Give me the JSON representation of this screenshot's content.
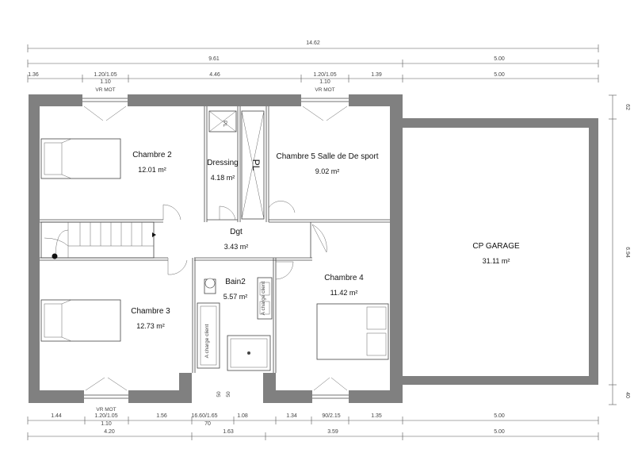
{
  "dimensions": {
    "top_row1": [
      "14.62"
    ],
    "top_row2": [
      "9.61",
      "5.00"
    ],
    "top_row3": [
      "1.36",
      "1.20/1.05",
      "4.46",
      "1.20/1.05",
      "1.39",
      "5.00"
    ],
    "top_row3_sub": [
      "1.10",
      "1.10"
    ],
    "bottom_row1": [
      "1.44",
      "1.20/1.05",
      "1.56",
      "16.60/1.65",
      "1.08",
      "1.34",
      "90/2.15",
      "1.35",
      "5.00"
    ],
    "bottom_row1_sub": [
      "1.10",
      "70"
    ],
    "bottom_row2": [
      "4.20",
      "1.63",
      "3.59",
      "5.00"
    ],
    "right": [
      "62",
      "6.94",
      "40"
    ],
    "stair_gap": [
      "50",
      "50"
    ]
  },
  "labels": {
    "vr_mot": "VR MOT",
    "placard": "PL",
    "placard_large": "PL",
    "charge_client": "A charge client",
    "charge_client_2": "A charge client"
  },
  "rooms": [
    {
      "name": "Chambre 2",
      "area": "12.01 m²"
    },
    {
      "name": "Dressing",
      "area": "4.18 m²"
    },
    {
      "name": "Chambre 5 Salle de De sport",
      "area": "9.02 m²"
    },
    {
      "name": "Dgt",
      "area": "3.43 m²"
    },
    {
      "name": "Chambre 3",
      "area": "12.73 m²"
    },
    {
      "name": "Bain2",
      "area": "5.57 m²"
    },
    {
      "name": "Chambre 4",
      "area": "11.42 m²"
    },
    {
      "name": "CP GARAGE",
      "area": "31.11 m²"
    }
  ]
}
